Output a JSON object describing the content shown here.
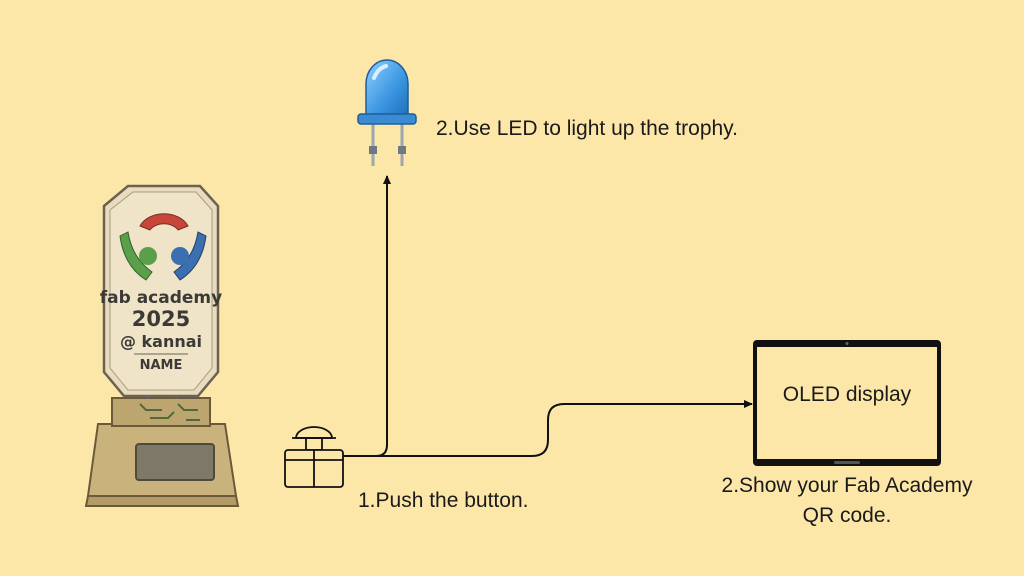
{
  "diagram": {
    "led_caption": "2.Use LED to light up the trophy.",
    "button_caption": "1.Push the button.",
    "oled_label": "OLED display",
    "oled_caption": "2.Show your Fab Academy QR code."
  },
  "trophy": {
    "line1": "fab academy",
    "line2": "2025",
    "line3": "@ kannai",
    "name_plate": "NAME"
  },
  "icons": [
    "trophy-illustration",
    "led-icon",
    "push-button-icon",
    "oled-display-icon"
  ],
  "colors": {
    "background": "#fce7a9",
    "led_blue": "#4a9fe0",
    "logo_red": "#c8453a",
    "logo_green": "#5aa04a",
    "logo_blue": "#3c6fb0"
  }
}
